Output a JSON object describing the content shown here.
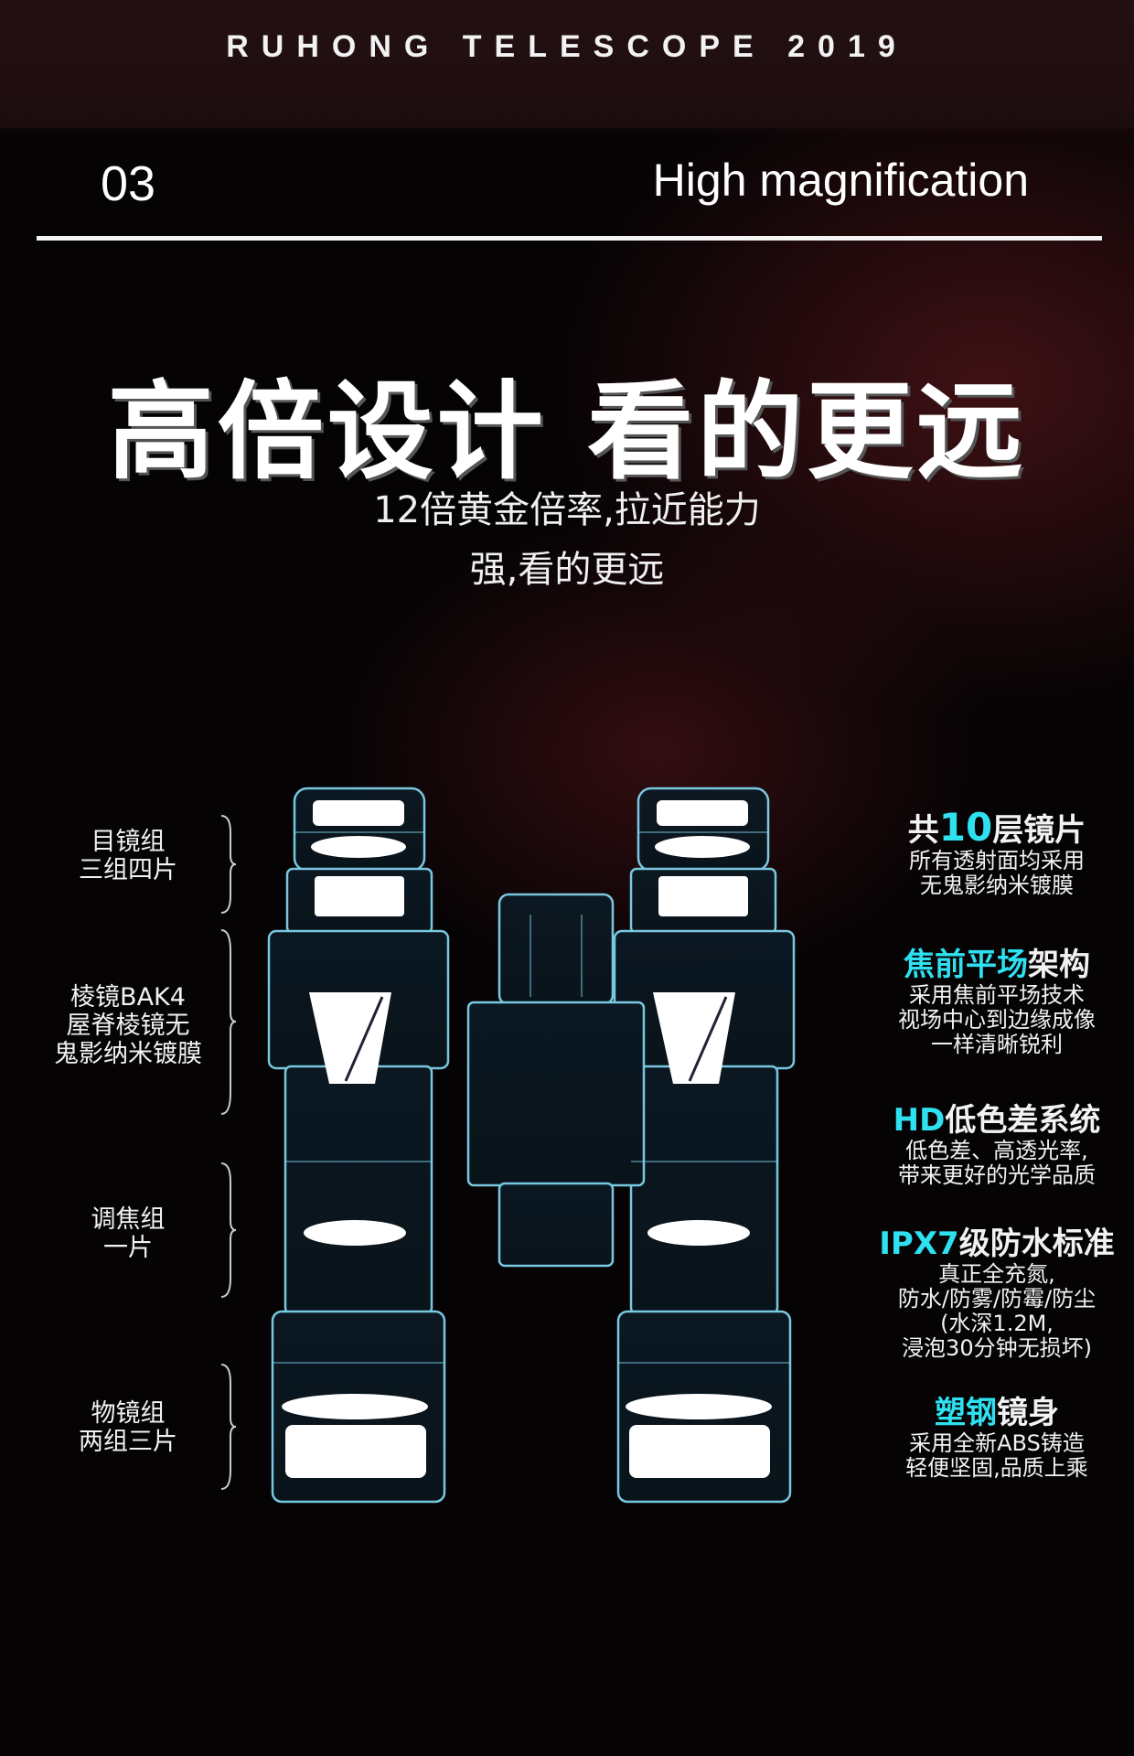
{
  "brand": "RUHONG TELESCOPE 2019",
  "section": {
    "number": "03",
    "title": "High magnification"
  },
  "headline": "高倍设计 看的更远",
  "subtitle": {
    "line1": "12倍黄金倍率,拉近能力",
    "line2": "强,看的更远"
  },
  "left_labels": [
    {
      "line1": "目镜组",
      "line2": "三组四片"
    },
    {
      "line1": "棱镜BAK4",
      "line2": "屋脊棱镜无",
      "line3": "鬼影纳米镀膜"
    },
    {
      "line1": "调焦组",
      "line2": "一片"
    },
    {
      "line1": "物镜组",
      "line2": "两组三片"
    }
  ],
  "features": [
    {
      "title_pre": "共",
      "title_highlight": "10",
      "title_post": "层镜片",
      "body": [
        "所有透射面均采用",
        "无鬼影纳米镀膜"
      ]
    },
    {
      "title_pre": "",
      "title_highlight": "焦前平场",
      "title_post": "架构",
      "body": [
        "采用焦前平场技术",
        "视场中心到边缘成像",
        "一样清晰锐利"
      ]
    },
    {
      "title_pre": "",
      "title_highlight": "HD",
      "title_post": "低色差系统",
      "body": [
        "低色差、高透光率,",
        "带来更好的光学品质"
      ]
    },
    {
      "title_pre": "",
      "title_highlight": "IPX7",
      "title_post": "级防水标准",
      "body": [
        "真正全充氮,",
        "防水/防雾/防霉/防尘",
        "(水深1.2M,",
        "浸泡30分钟无损坏)"
      ]
    },
    {
      "title_pre": "",
      "title_highlight": "塑钢",
      "title_post": "镜身",
      "body": [
        "采用全新ABS铸造",
        "轻便坚固,品质上乘"
      ]
    }
  ],
  "colors": {
    "accent": "#2ee0f0",
    "line": "#7fd3ec",
    "bg": "#050304",
    "brand_band": "#221013"
  }
}
